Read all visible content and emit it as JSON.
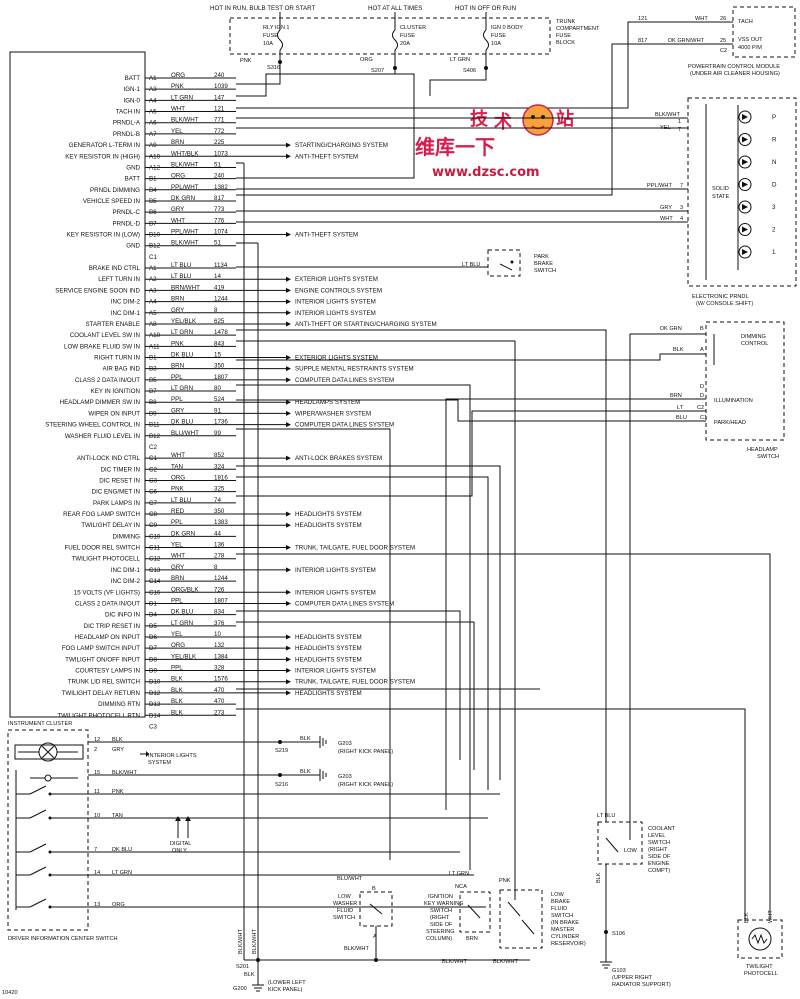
{
  "power_header": {
    "hot_run_bulb": "HOT IN RUN, BULB TEST OR START",
    "hot_all_times": "HOT AT ALL TIMES",
    "hot_off_run": "HOT IN OFF OR RUN"
  },
  "fuses": [
    {
      "name": "RLY IGN 1",
      "line2": "FUSE",
      "rating": "10A",
      "wire": "PNK",
      "splice": "S316"
    },
    {
      "name": "CLUSTER",
      "line2": "FUSE",
      "rating": "20A",
      "wire": "ORG",
      "splice": "S207"
    },
    {
      "name": "IGN 0 BODY",
      "line2": "FUSE",
      "rating": "10A",
      "wire": "LT GRN",
      "splice": "S406"
    }
  ],
  "fuse_block": [
    "TRUNK",
    "COMPARTMENT",
    "FUSE",
    "BLOCK"
  ],
  "tach": {
    "label": "TACH",
    "vss": "VSS OUT",
    "rpm": "4000 P/M",
    "pins": [
      "26",
      "25",
      "C2"
    ],
    "wires": [
      {
        "circuit": "121",
        "color": "WHT"
      },
      {
        "circuit": "817",
        "color": "DK GRN/WHT"
      }
    ],
    "caption1": "POWERTRAIN CONTROL MODULE",
    "caption2": "(UNDER AIR CLEANER HOUSING)"
  },
  "watermark": {
    "brand1": "技",
    "brand2": "术",
    "brand3": "站",
    "cn": "维库一下",
    "url": "www.dzsc.com"
  },
  "pins": [
    {
      "label": "BATT",
      "pin": "A1",
      "color": "ORG",
      "circuit": "240"
    },
    {
      "label": "IGN-1",
      "pin": "A3",
      "color": "PNK",
      "circuit": "1039"
    },
    {
      "label": "IGN-0",
      "pin": "A4",
      "color": "LT GRN",
      "circuit": "147"
    },
    {
      "label": "TACH IN",
      "pin": "A5",
      "color": "WHT",
      "circuit": "121"
    },
    {
      "label": "PRNDL-A",
      "pin": "A6",
      "color": "BLK/WHT",
      "circuit": "771"
    },
    {
      "label": "PRNDL-B",
      "pin": "A7",
      "color": "YEL",
      "circuit": "772"
    },
    {
      "label": "GENERATOR L-TERM IN",
      "pin": "A9",
      "color": "BRN",
      "circuit": "225",
      "dest": "STARTING/CHARGING SYSTEM"
    },
    {
      "label": "KEY RESISTOR IN (HIGH)",
      "pin": "A10",
      "color": "WHT/BLK",
      "circuit": "1073",
      "dest": "ANTI-THEFT SYSTEM"
    },
    {
      "label": "GND",
      "pin": "A12",
      "color": "BLK/WHT",
      "circuit": "51"
    },
    {
      "label": "BATT",
      "pin": "B1",
      "color": "ORG",
      "circuit": "240"
    },
    {
      "label": "PRNDL DIMMING",
      "pin": "B4",
      "color": "PPL/WHT",
      "circuit": "1382"
    },
    {
      "label": "VEHICLE SPEED IN",
      "pin": "B5",
      "color": "DK GRN",
      "circuit": "817"
    },
    {
      "label": "PRNDL-C",
      "pin": "B6",
      "color": "GRY",
      "circuit": "773"
    },
    {
      "label": "PRNDL-D",
      "pin": "B7",
      "color": "WHT",
      "circuit": "776"
    },
    {
      "label": "KEY RESISTOR IN (LOW)",
      "pin": "B10",
      "color": "PPL/WHT",
      "circuit": "1074",
      "dest": "ANTI-THEFT SYSTEM"
    },
    {
      "label": "GND",
      "pin": "B12",
      "color": "BLK/WHT",
      "circuit": "51"
    },
    {
      "label": "",
      "pin": "C1",
      "color": "",
      "circuit": ""
    },
    {
      "label": "BRAKE IND CTRL",
      "pin": "A1",
      "color": "LT BLU",
      "circuit": "1134"
    },
    {
      "label": "LEFT TURN IN",
      "pin": "A2",
      "color": "LT BLU",
      "circuit": "14",
      "dest": "EXTERIOR LIGHTS SYSTEM"
    },
    {
      "label": "SERVICE ENGINE SOON IND",
      "pin": "A3",
      "color": "BRN/WHT",
      "circuit": "419",
      "dest": "ENGINE CONTROLS SYSTEM"
    },
    {
      "label": "INC DIM-2",
      "pin": "A4",
      "color": "BRN",
      "circuit": "1244",
      "dest": "INTERIOR LIGHTS SYSTEM"
    },
    {
      "label": "INC DIM-1",
      "pin": "A5",
      "color": "GRY",
      "circuit": "8",
      "dest": "INTERIOR LIGHTS SYSTEM"
    },
    {
      "label": "STARTER ENABLE",
      "pin": "A8",
      "color": "YEL/BLK",
      "circuit": "625",
      "dest": "ANTI-THEFT OR STARTING/CHARGING SYSTEM"
    },
    {
      "label": "COOLANT LEVEL SW IN",
      "pin": "A10",
      "color": "LT GRN",
      "circuit": "1478"
    },
    {
      "label": "LOW BRAKE FLUID SW IN",
      "pin": "A11",
      "color": "PNK",
      "circuit": "843"
    },
    {
      "label": "RIGHT TURN IN",
      "pin": "B1",
      "color": "DK BLU",
      "circuit": "15",
      "dest": "EXTERIOR LIGHTS SYSTEM"
    },
    {
      "label": "AIR BAG IND",
      "pin": "B3",
      "color": "BRN",
      "circuit": "350",
      "dest": "SUPPLE MENTAL RESTRAINTS SYSTEM"
    },
    {
      "label": "CLASS 2 DATA IN/OUT",
      "pin": "B5",
      "color": "PPL",
      "circuit": "1807",
      "dest": "COMPUTER DATA LINES SYSTEM"
    },
    {
      "label": "KEY IN IGNITION",
      "pin": "B7",
      "color": "LT GRN",
      "circuit": "80"
    },
    {
      "label": "HEADLAMP DIMMER SW IN",
      "pin": "B8",
      "color": "PPL",
      "circuit": "524",
      "dest": "HEADLAMPS SYSTEM"
    },
    {
      "label": "WIPER ON INPUT",
      "pin": "B9",
      "color": "GRY",
      "circuit": "91",
      "dest": "WIPER/WASHER SYSTEM"
    },
    {
      "label": "STEERING WHEEL CONTROL IN",
      "pin": "B11",
      "color": "DK BLU",
      "circuit": "1736",
      "dest": "COMPUTER DATA LINES SYSTEM"
    },
    {
      "label": "WASHER FLUID LEVEL IN",
      "pin": "B12",
      "color": "BLU/WHT",
      "circuit": "99"
    },
    {
      "label": "",
      "pin": "C2",
      "color": "",
      "circuit": ""
    },
    {
      "label": "ANTI-LOCK IND CTRL",
      "pin": "C1",
      "color": "WHT",
      "circuit": "852",
      "dest": "ANTI-LOCK BRAKES SYSTEM"
    },
    {
      "label": "DIC TIMER IN",
      "pin": "C2",
      "color": "TAN",
      "circuit": "324"
    },
    {
      "label": "DIC RESET IN",
      "pin": "C3",
      "color": "ORG",
      "circuit": "1816"
    },
    {
      "label": "DIC ENG/MET IN",
      "pin": "C6",
      "color": "PNK",
      "circuit": "325"
    },
    {
      "label": "PARK LAMPS IN",
      "pin": "C7",
      "color": "LT BLU",
      "circuit": "74"
    },
    {
      "label": "REAR FOG LAMP SWITCH",
      "pin": "C8",
      "color": "RED",
      "circuit": "350",
      "dest": "HEADLIGHTS SYSTEM"
    },
    {
      "label": "TWILIGHT DELAY IN",
      "pin": "C9",
      "color": "PPL",
      "circuit": "1383",
      "dest": "HEADLIGHTS SYSTEM"
    },
    {
      "label": "DIMMING",
      "pin": "C10",
      "color": "DK GRN",
      "circuit": "44"
    },
    {
      "label": "FUEL DOOR REL SWITCH",
      "pin": "C11",
      "color": "YEL",
      "circuit": "136",
      "dest": "TRUNK, TAILGATE, FUEL DOOR SYSTEM"
    },
    {
      "label": "TWILIGHT PHOTOCELL",
      "pin": "C12",
      "color": "WHT",
      "circuit": "278"
    },
    {
      "label": "INC DIM-1",
      "pin": "C13",
      "color": "GRY",
      "circuit": "8",
      "dest": "INTERIOR LIGHTS SYSTEM"
    },
    {
      "label": "INC DIM-2",
      "pin": "C14",
      "color": "BRN",
      "circuit": "1244"
    },
    {
      "label": "15 VOLTS (VF LIGHTS)",
      "pin": "C16",
      "color": "ORG/BLK",
      "circuit": "726",
      "dest": "INTERIOR LIGHTS SYSTEM"
    },
    {
      "label": "CLASS 2 DATA IN/OUT",
      "pin": "D1",
      "color": "PPL",
      "circuit": "1807",
      "dest": "COMPUTER DATA LINES SYSTEM"
    },
    {
      "label": "DIC INFO IN",
      "pin": "D4",
      "color": "DK BLU",
      "circuit": "834"
    },
    {
      "label": "DIC TRIP RESET IN",
      "pin": "D5",
      "color": "LT GRN",
      "circuit": "376"
    },
    {
      "label": "HEADLAMP ON INPUT",
      "pin": "D6",
      "color": "YEL",
      "circuit": "10",
      "dest": "HEADLIGHTS SYSTEM"
    },
    {
      "label": "FOG LAMP SWITCH INPUT",
      "pin": "D7",
      "color": "ORG",
      "circuit": "132",
      "dest": "HEADLIGHTS SYSTEM"
    },
    {
      "label": "TWILIGHT ON/OFF INPUT",
      "pin": "D8",
      "color": "YEL/BLK",
      "circuit": "1384",
      "dest": "HEADLIGHTS SYSTEM"
    },
    {
      "label": "COURTESY LAMPS IN",
      "pin": "D9",
      "color": "PPL",
      "circuit": "328",
      "dest": "INTERIOR LIGHTS SYSTEM"
    },
    {
      "label": "TRUNK LID REL SWITCH",
      "pin": "D10",
      "color": "BLK",
      "circuit": "1576",
      "dest": "TRUNK, TAILGATE, FUEL DOOR SYSTEM"
    },
    {
      "label": "TWILIGHT DELAY RETURN",
      "pin": "D12",
      "color": "BLK",
      "circuit": "470",
      "dest": "HEADLIGHTS SYSTEM"
    },
    {
      "label": "DIMMING RTN",
      "pin": "D13",
      "color": "BLK",
      "circuit": "470"
    },
    {
      "label": "TWILIGHT PHOTOCELL RTN",
      "pin": "D14",
      "color": "BLK",
      "circuit": "273"
    },
    {
      "label": "",
      "pin": "C3",
      "color": "",
      "circuit": ""
    }
  ],
  "prndl": {
    "wires": [
      {
        "color": "BLK/WHT",
        "pin": "1"
      },
      {
        "color": "YEL",
        "pin": "2"
      },
      {
        "color": "PPL/WHT",
        "pin": "7"
      },
      {
        "color": "GRY",
        "pin": "3"
      },
      {
        "color": "WHT",
        "pin": "4"
      }
    ],
    "gears": [
      "P",
      "R",
      "N",
      "D",
      "3",
      "2",
      "1"
    ],
    "solid": "SOLID",
    "state": "STATE",
    "caption1": "ELECTRONIC PRNDL",
    "caption2": "(W/ CONSOLE SHIFT)"
  },
  "park_brake": {
    "wire": "LT BLU",
    "line1": "PARK",
    "line2": "BRAKE",
    "line3": "SWITCH"
  },
  "headlamp_switch": {
    "wires": [
      {
        "color": "DK GRN",
        "pin": "B"
      },
      {
        "color": "BLK",
        "pin": "A"
      },
      {
        "color": "BRN",
        "pin": "D"
      },
      {
        "color": "LT",
        "pin": "C2"
      },
      {
        "color": "BLU",
        "pin": "C1"
      }
    ],
    "pin_d2": "D",
    "dimming1": "DIMMING",
    "dimming2": "CONTROL",
    "illum": "ILLUMINATION",
    "parkhead": "PARK/HEAD",
    "caption1": "HEADLAMP",
    "caption2": "SWITCH"
  },
  "cluster": {
    "title": "INSTRUMENT CLUSTER",
    "pins": [
      {
        "num": "12",
        "color": "BLK"
      },
      {
        "num": "2",
        "color": "GRY"
      },
      {
        "num": "15",
        "color": "BLK/WHT"
      },
      {
        "num": "11",
        "color": "PNK"
      },
      {
        "num": "10",
        "color": "TAN"
      },
      {
        "num": "7",
        "color": "DK BLU"
      },
      {
        "num": "14",
        "color": "LT GRN"
      },
      {
        "num": "13",
        "color": "ORG"
      }
    ],
    "interior1": "INTERIOR LIGHTS",
    "interior2": "SYSTEM",
    "digital1": "DIGITAL",
    "digital2": "ONLY",
    "footer": "DRIVER INFORMATION CENTER SWITCH"
  },
  "grounds": [
    {
      "splice": "S219",
      "wire": "BLK",
      "id": "G203",
      "loc": "(RIGHT KICK PANEL)"
    },
    {
      "splice": "S216",
      "wire": "BLK",
      "id": "G203",
      "loc": "(RIGHT KICK PANEL)"
    }
  ],
  "washer": {
    "wire": "BLU/WHT",
    "pin_b": "B",
    "pin_a": "A",
    "lines": [
      "LOW",
      "WASHER",
      "FLUID",
      "SWITCH"
    ],
    "gnd": "BLK/WHT"
  },
  "ignition_sw": {
    "wire": "LT GRN",
    "nca": "NCA",
    "brn": "BRN",
    "lines": [
      "IGNITION",
      "KEY WARNING",
      "SWITCH",
      "(RIGHT",
      "SIDE OF",
      "STEERING",
      "COLUMN)"
    ]
  },
  "brake_sw": {
    "wire": "PNK",
    "lines": [
      "LOW",
      "BRAKE",
      "FLUID",
      "SWITCH",
      "(IN BRAKE",
      "MASTER",
      "CYLINDER",
      "RESERVOIR)"
    ],
    "gnd": "BLK/WHT",
    "gnd2": "BLK/WHT"
  },
  "coolant": {
    "wire": "LT BLU",
    "low": "LOW",
    "lines": [
      "COOLANT",
      "LEVEL",
      "SWITCH",
      "(RIGHT",
      "SIDE OF",
      "ENGINE",
      "COMPT)"
    ],
    "vert": "BLK",
    "splice": "S106",
    "ground": "G103",
    "loc1": "(UPPER RIGHT",
    "loc2": "RADIATOR SUPPORT)"
  },
  "photocell": {
    "wire1": "BLK",
    "wire2": "WHT",
    "line1": "TWILIGHT",
    "line2": "PHOTOCELL"
  },
  "bottom": {
    "wire1": "BLK/WHT",
    "wire2": "BLK/WHT",
    "splice": "S201",
    "blk": "BLK",
    "ground": "G200",
    "loc1": "(LOWER LEFT",
    "loc2": "KICK PANEL)",
    "code": "10420"
  }
}
